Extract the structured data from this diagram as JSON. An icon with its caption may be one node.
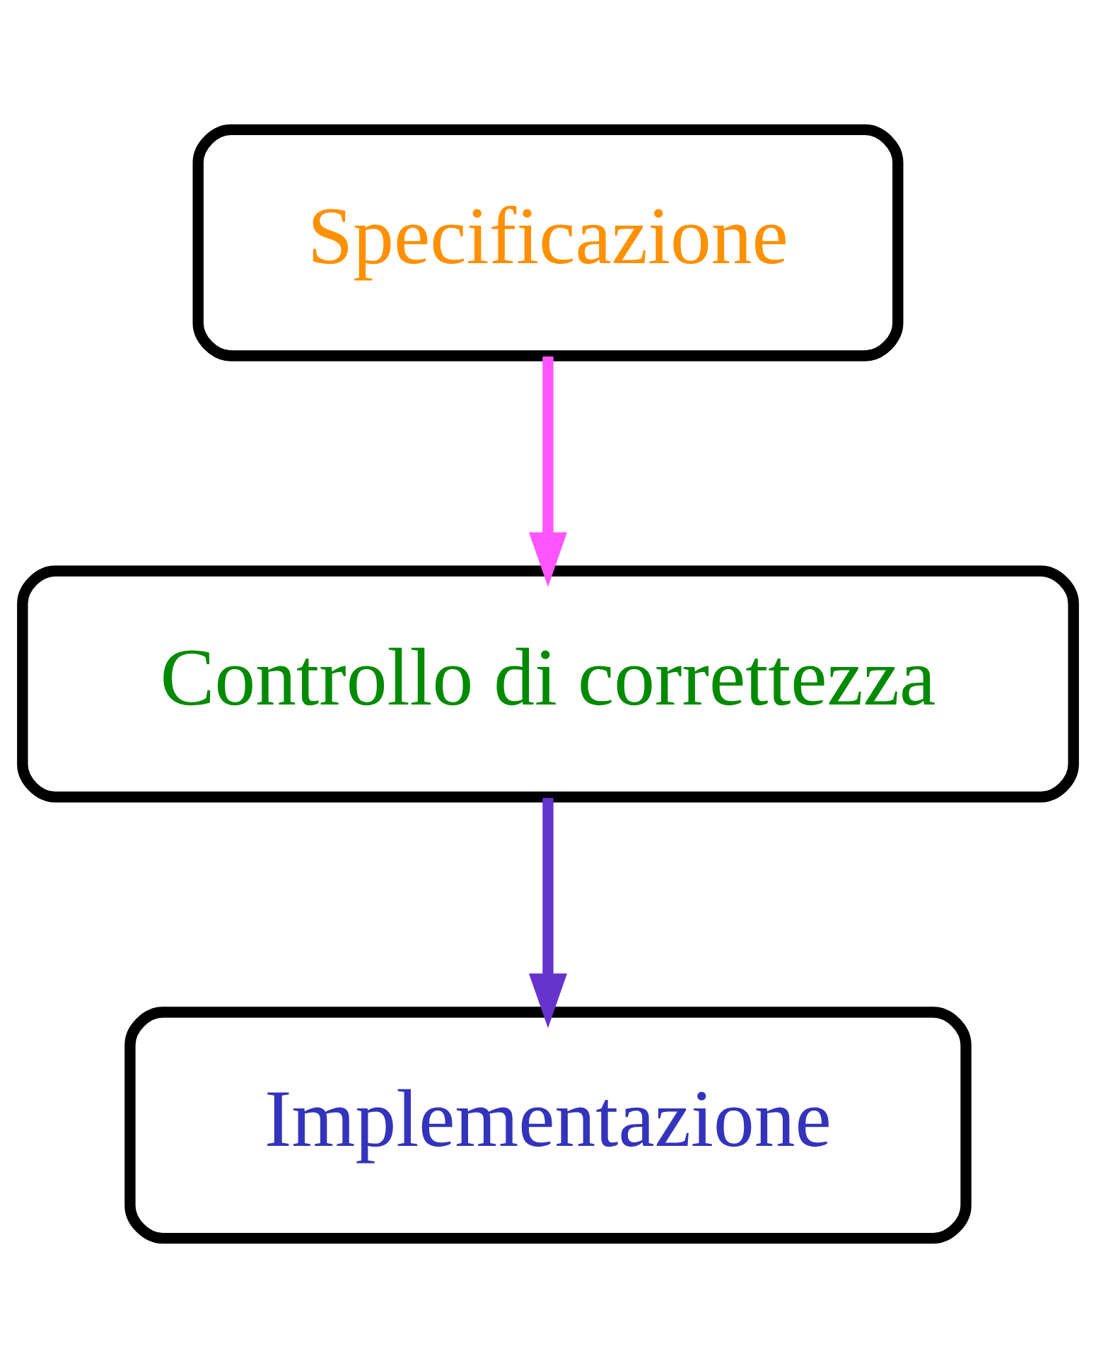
{
  "diagram": {
    "nodes": [
      {
        "text": [
          "Specificazione"
        ]
      },
      {
        "text": [
          "Controllo di correttezza"
        ]
      },
      {
        "text": [
          "Implementazione"
        ]
      }
    ],
    "edges": [
      {
        "from": 0,
        "to": 1,
        "arrow": "to",
        "color": "#ff55ff"
      },
      {
        "from": 1,
        "to": 2,
        "arrow": "to",
        "color": "#6633cc"
      }
    ]
  }
}
